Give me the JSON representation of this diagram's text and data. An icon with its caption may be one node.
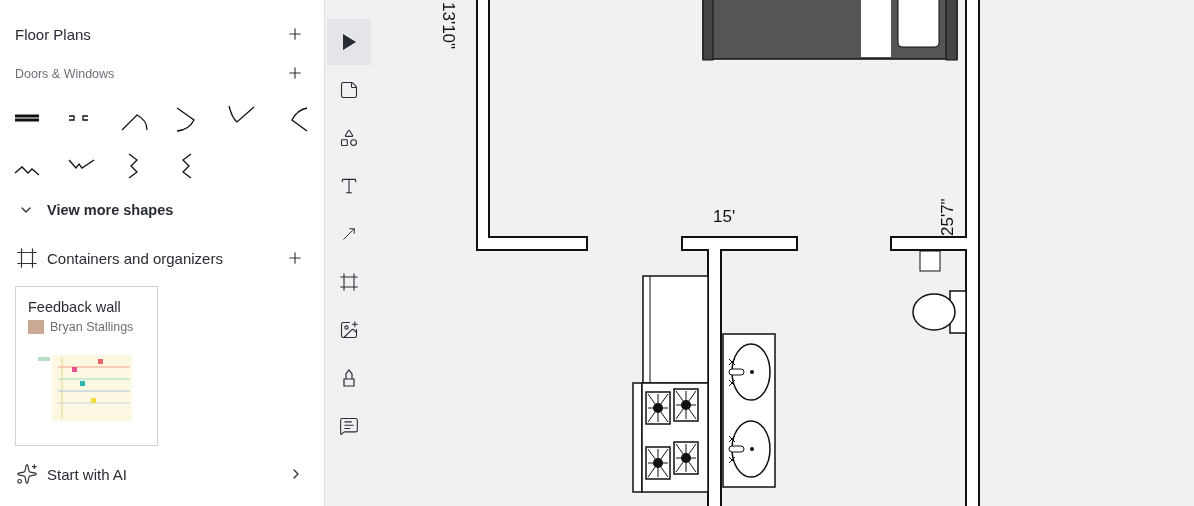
{
  "diagram": {
    "labels": [
      "Floor Plans",
      "Doors & Windows",
      "View more shapes",
      "Containers and organizers",
      "Feedback wall",
      "Bryan Stallings",
      "Start with AI",
      "13'10\"",
      "15'",
      "25'7\""
    ]
  }
}
